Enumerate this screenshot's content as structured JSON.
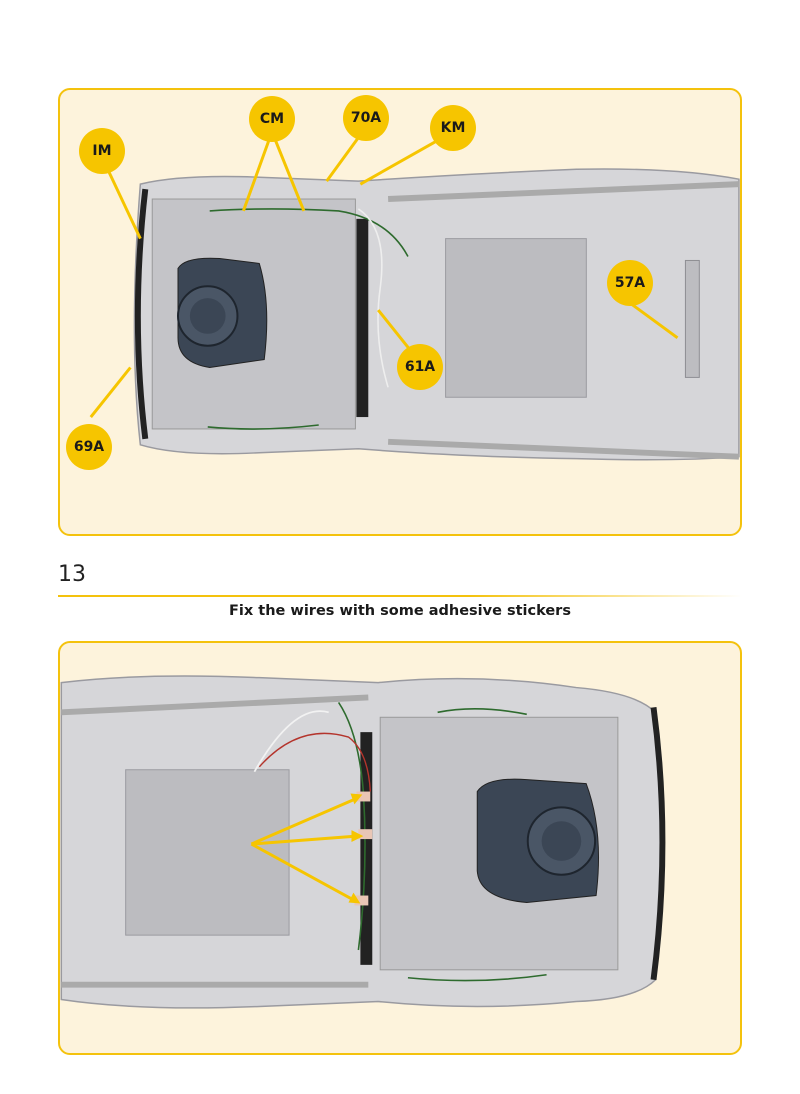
{
  "top_panel": {
    "callouts": [
      "IM",
      "CM",
      "70A",
      "KM",
      "57A",
      "61A",
      "69A"
    ]
  },
  "step": {
    "number": "13",
    "caption": "Fix the wires with some adhesive stickers"
  },
  "colors": {
    "accent": "#f4c20d",
    "panel_bg": "#fdf3dc",
    "callout": "#f6c500",
    "chassis": "#d3d3d6",
    "engine": "#3b4655"
  }
}
